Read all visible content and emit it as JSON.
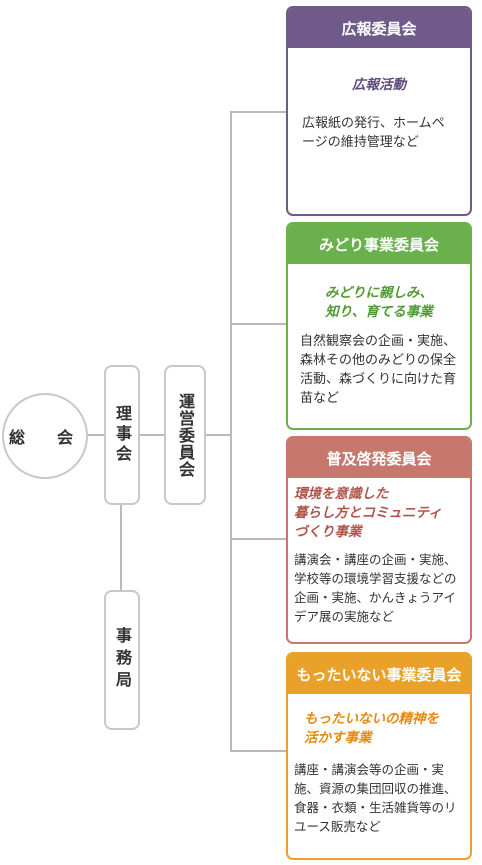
{
  "org": {
    "general_assembly": "総　会",
    "board": "理事会",
    "steering_committee": "運営委員会",
    "secretariat": "事務局"
  },
  "committees": [
    {
      "title": "広報委員会",
      "color": "#6f5a8a",
      "subtitle": [
        "広報活動"
      ],
      "description": "広報紙の発行、ホームページの維持管理など"
    },
    {
      "title": "みどり事業委員会",
      "color": "#6ab04c",
      "subtitle": [
        "みどりに親しみ、",
        "知り、育てる事業"
      ],
      "description": "自然観察会の企画・実施、森林その他のみどりの保全活動、森づくりに向けた育苗など"
    },
    {
      "title": "普及啓発委員会",
      "color": "#c7776b",
      "subtitle": [
        "環境を意識した",
        "暮らし方とコミュニティ",
        "づくり事業"
      ],
      "description": "講演会・講座の企画・実施、学校等の環境学習支援などの企画・実施、かんきょうアイデア展の実施など"
    },
    {
      "title": "もったいない事業委員会",
      "color": "#eaa12a",
      "subtitle": [
        "もったいないの精神を",
        "活かす事業"
      ],
      "description": "講座・講演会等の企画・実施、資源の集団回収の推進、食器・衣類・生活雑貨等のリユース販売など"
    }
  ]
}
